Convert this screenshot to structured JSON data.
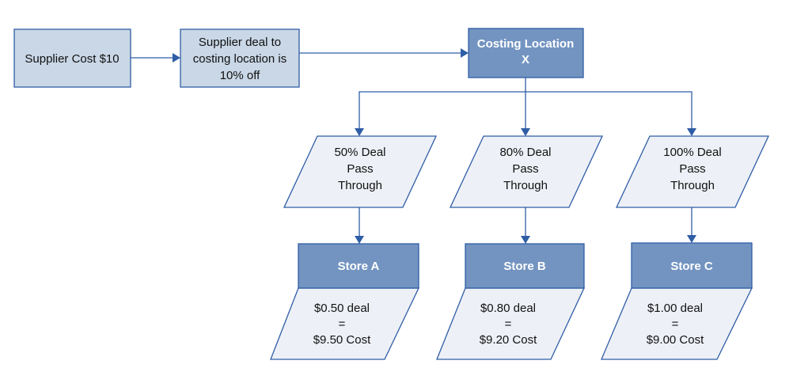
{
  "colors": {
    "light_box": "#c9d7e6",
    "dark_box": "#7394c1",
    "parallelogram": "#edf0f6",
    "stroke": "#2f5da6"
  },
  "supplier_cost": "Supplier Cost $10",
  "supplier_deal": [
    "Supplier deal to",
    "costing location is",
    "10% off"
  ],
  "costing_location": [
    "Costing Location",
    "X"
  ],
  "branches": [
    {
      "pass_through": [
        "50% Deal",
        "Pass",
        "Through"
      ],
      "store": "Store A",
      "result": [
        "$0.50 deal",
        "=",
        "$9.50 Cost"
      ]
    },
    {
      "pass_through": [
        "80% Deal",
        "Pass",
        "Through"
      ],
      "store": "Store B",
      "result": [
        "$0.80 deal",
        "=",
        "$9.20 Cost"
      ]
    },
    {
      "pass_through": [
        "100% Deal",
        "Pass",
        "Through"
      ],
      "store": "Store C",
      "result": [
        "$1.00 deal",
        "=",
        "$9.00 Cost"
      ]
    }
  ]
}
